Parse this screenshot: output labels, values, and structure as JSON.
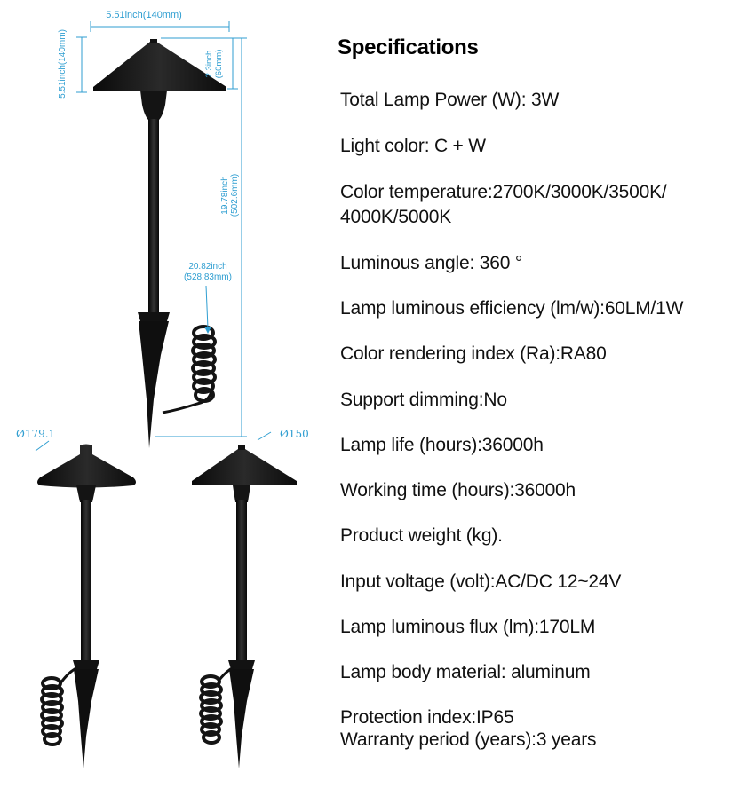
{
  "dimensions": {
    "top_width": "5.51inch(140mm)",
    "left_height": "5.51inch(140mm)",
    "shade_height_inch": "2.3inch",
    "shade_height_mm": "(60mm)",
    "total_height_inch": "19.78inch",
    "total_height_mm": "(502.6mm)",
    "cable_length_inch": "20.82inch",
    "cable_length_mm": "(528.83mm)",
    "diameter_round": "Ø179.1",
    "diameter_square": "Ø150"
  },
  "specs": {
    "title": "Specifications",
    "items": [
      "Total Lamp Power (W): 3W",
      "Light color: C + W",
      "Color temperature:2700K/3000K/3500K/",
      "4000K/5000K",
      "Luminous angle: 360 °",
      "Lamp luminous efficiency (lm/w):60LM/1W",
      "Color rendering index (Ra):RA80",
      "Support dimming:No",
      "Lamp life (hours):36000h",
      "Working time (hours):36000h",
      "Product weight (kg).",
      "Input voltage (volt):AC/DC 12~24V",
      "Lamp luminous flux (lm):170LM",
      "Lamp body material: aluminum",
      "Protection index:IP65",
      "Warranty period (years):3 years"
    ]
  },
  "colors": {
    "dimension_blue": "#2f9ed1",
    "lamp_black": "#151515"
  }
}
